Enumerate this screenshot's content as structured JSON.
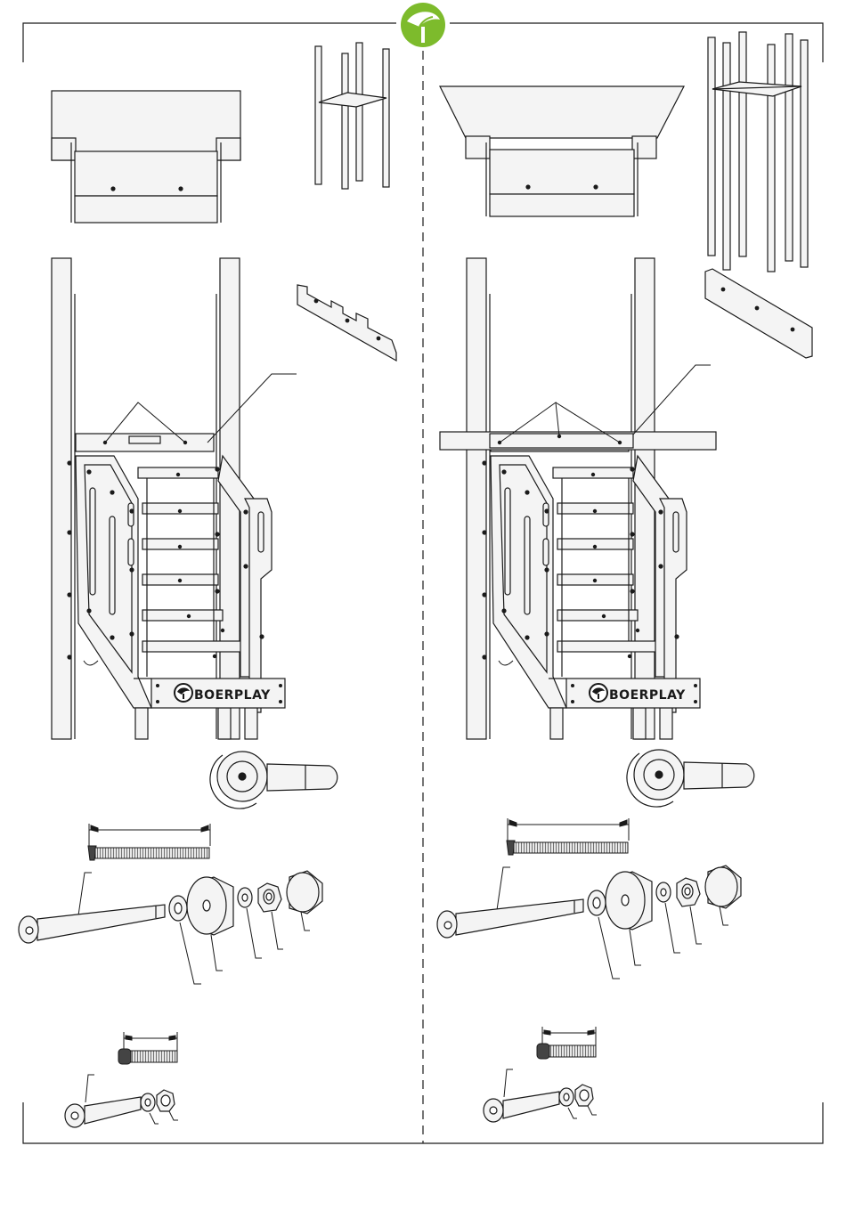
{
  "brand": {
    "logo_name": "boerplay-leaf-logo",
    "plate_text": "BOERPLAY",
    "accent_color": "#7dbb2c",
    "line_color": "#1a1a1a",
    "metal_fill": "#f4f4f4"
  },
  "panels": [
    {
      "id": "left",
      "variant": "narrow-top"
    },
    {
      "id": "right",
      "variant": "wide-top"
    }
  ]
}
